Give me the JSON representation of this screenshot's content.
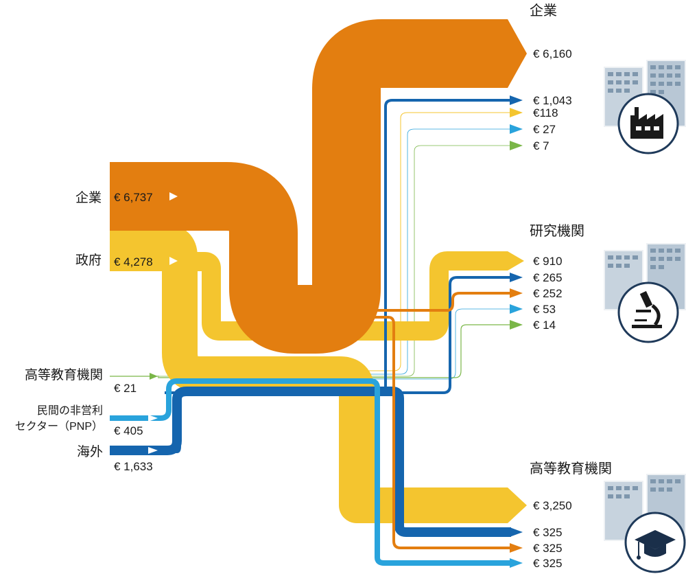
{
  "colors": {
    "business": "#E37E10",
    "government": "#F4C52F",
    "higher_education": "#7AB648",
    "pnp": "#29A3DC",
    "abroad": "#1565AE"
  },
  "sources": {
    "business": {
      "name": "企業",
      "value": "€ 6,737"
    },
    "government": {
      "name": "政府",
      "value": "€ 4,278"
    },
    "higher_education": {
      "name": "高等教育機関",
      "value": "€ 21"
    },
    "pnp": {
      "name_line1": "民間の非営利",
      "name_line2": "セクター（PNP）",
      "value": "€ 405"
    },
    "abroad": {
      "name": "海外",
      "value": "€ 1,633"
    }
  },
  "destinations": {
    "business": {
      "title": "企業",
      "values": [
        "€ 6,160",
        "€ 1,043",
        "€118",
        "€ 27",
        "€ 7"
      ],
      "icon": "factory-icon"
    },
    "research": {
      "title": "研究機関",
      "values": [
        "€ 910",
        "€ 265",
        "€ 252",
        "€ 53",
        "€ 14"
      ],
      "icon": "microscope-icon"
    },
    "university": {
      "title": "高等教育機関",
      "values": [
        "€ 3,250",
        "€ 325",
        "€ 325",
        "€ 325"
      ],
      "icon": "graduation-cap-icon"
    }
  }
}
